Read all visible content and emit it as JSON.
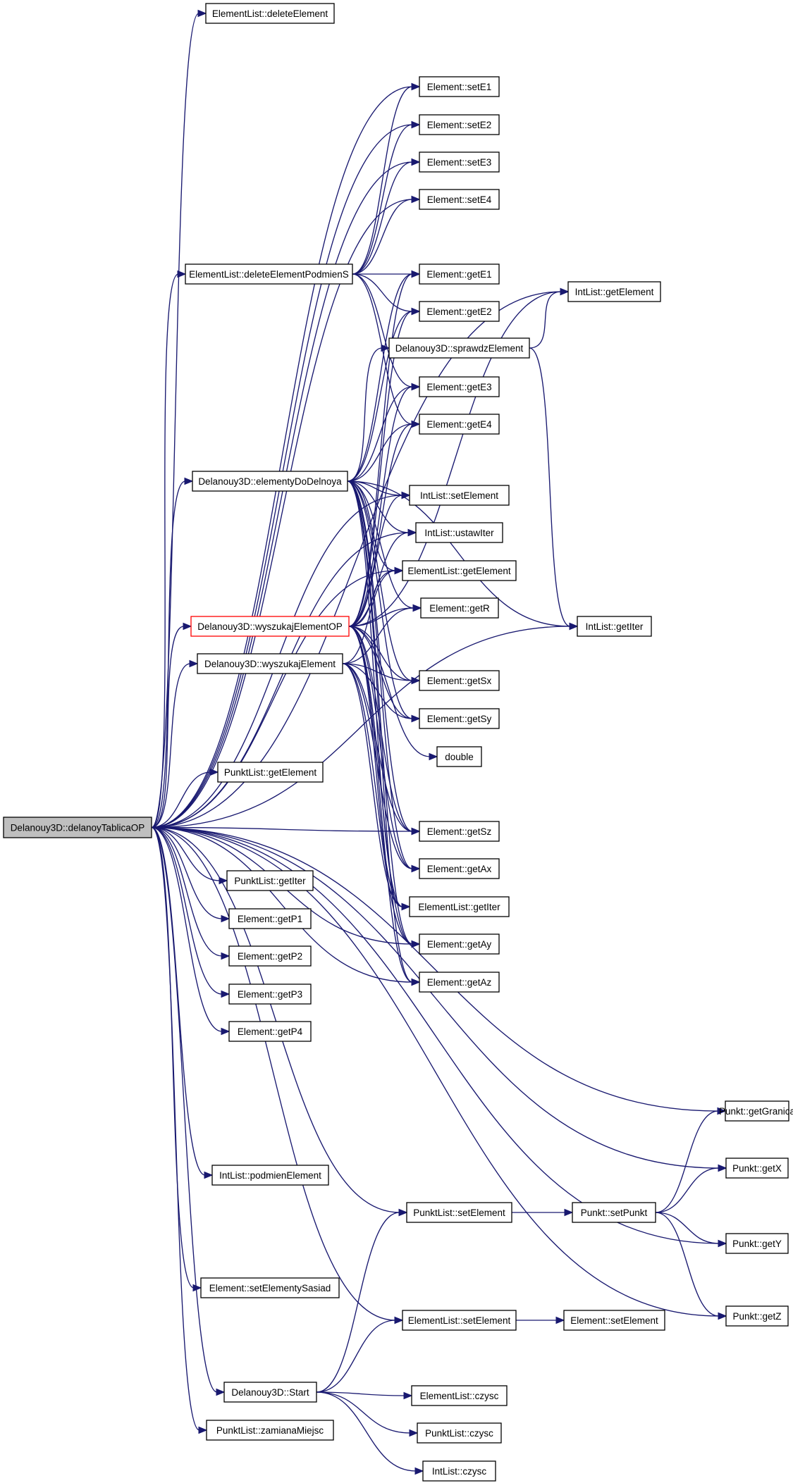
{
  "colors": {
    "edge": "#191970",
    "root_fill": "#bfbfbf",
    "highlight_border": "#ff0000"
  },
  "nodes": [
    {
      "id": "root",
      "label": "Delanouy3D::delanoyTablicaOP"
    },
    {
      "id": "el_delete",
      "label": "ElementList::deleteElement"
    },
    {
      "id": "el_deletePS",
      "label": "ElementList::deleteElementPodmienS"
    },
    {
      "id": "d_elementy",
      "label": "Delanouy3D::elementyDoDelnoya"
    },
    {
      "id": "d_wyszOP",
      "label": "Delanouy3D::wyszukajElementOP"
    },
    {
      "id": "d_wysz",
      "label": "Delanouy3D::wyszukajElement"
    },
    {
      "id": "pl_getElement",
      "label": "PunktList::getElement"
    },
    {
      "id": "pl_getIter",
      "label": "PunktList::getIter"
    },
    {
      "id": "getP1",
      "label": "Element::getP1"
    },
    {
      "id": "getP2",
      "label": "Element::getP2"
    },
    {
      "id": "getP3",
      "label": "Element::getP3"
    },
    {
      "id": "getP4",
      "label": "Element::getP4"
    },
    {
      "id": "il_podmien",
      "label": "IntList::podmienElement"
    },
    {
      "id": "e_setSasiad",
      "label": "Element::setElementySasiad"
    },
    {
      "id": "d_start",
      "label": "Delanouy3D::Start"
    },
    {
      "id": "pl_zamiana",
      "label": "PunktList::zamianaMiejsc"
    },
    {
      "id": "setE1",
      "label": "Element::setE1"
    },
    {
      "id": "setE2",
      "label": "Element::setE2"
    },
    {
      "id": "setE3",
      "label": "Element::setE3"
    },
    {
      "id": "setE4",
      "label": "Element::setE4"
    },
    {
      "id": "getE1",
      "label": "Element::getE1"
    },
    {
      "id": "getE2",
      "label": "Element::getE2"
    },
    {
      "id": "d_sprawdz",
      "label": "Delanouy3D::sprawdzElement"
    },
    {
      "id": "getE3",
      "label": "Element::getE3"
    },
    {
      "id": "getE4",
      "label": "Element::getE4"
    },
    {
      "id": "il_setElement",
      "label": "IntList::setElement"
    },
    {
      "id": "il_ustawIter",
      "label": "IntList::ustawIter"
    },
    {
      "id": "el_getElement",
      "label": "ElementList::getElement"
    },
    {
      "id": "getR",
      "label": "Element::getR"
    },
    {
      "id": "getSx",
      "label": "Element::getSx"
    },
    {
      "id": "getSy",
      "label": "Element::getSy"
    },
    {
      "id": "double",
      "label": "double"
    },
    {
      "id": "getSz",
      "label": "Element::getSz"
    },
    {
      "id": "getAx",
      "label": "Element::getAx"
    },
    {
      "id": "el_getIter",
      "label": "ElementList::getIter"
    },
    {
      "id": "getAy",
      "label": "Element::getAy"
    },
    {
      "id": "getAz",
      "label": "Element::getAz"
    },
    {
      "id": "pl_setElement",
      "label": "PunktList::setElement"
    },
    {
      "id": "el_setElement",
      "label": "ElementList::setElement"
    },
    {
      "id": "el_czysc",
      "label": "ElementList::czysc"
    },
    {
      "id": "pl_czysc",
      "label": "PunktList::czysc"
    },
    {
      "id": "il_czysc",
      "label": "IntList::czysc"
    },
    {
      "id": "il_getElement",
      "label": "IntList::getElement"
    },
    {
      "id": "il_getIter",
      "label": "IntList::getIter"
    },
    {
      "id": "p_setPunkt",
      "label": "Punkt::setPunkt"
    },
    {
      "id": "e_setElement",
      "label": "Element::setElement"
    },
    {
      "id": "p_getGranica",
      "label": "Punkt::getGranica"
    },
    {
      "id": "p_getX",
      "label": "Punkt::getX"
    },
    {
      "id": "p_getY",
      "label": "Punkt::getY"
    },
    {
      "id": "p_getZ",
      "label": "Punkt::getZ"
    }
  ],
  "edges": [
    [
      "root",
      "el_delete"
    ],
    [
      "root",
      "el_deletePS"
    ],
    [
      "root",
      "d_elementy"
    ],
    [
      "root",
      "d_wyszOP"
    ],
    [
      "root",
      "d_wysz"
    ],
    [
      "root",
      "pl_getElement"
    ],
    [
      "root",
      "pl_getIter"
    ],
    [
      "root",
      "getP1"
    ],
    [
      "root",
      "getP2"
    ],
    [
      "root",
      "getP3"
    ],
    [
      "root",
      "getP4"
    ],
    [
      "root",
      "il_podmien"
    ],
    [
      "root",
      "e_setSasiad"
    ],
    [
      "root",
      "d_start"
    ],
    [
      "root",
      "pl_zamiana"
    ],
    [
      "root",
      "setE1"
    ],
    [
      "root",
      "setE2"
    ],
    [
      "root",
      "setE3"
    ],
    [
      "root",
      "setE4"
    ],
    [
      "root",
      "il_getElement"
    ],
    [
      "root",
      "il_setElement"
    ],
    [
      "root",
      "il_ustawIter"
    ],
    [
      "root",
      "el_getElement"
    ],
    [
      "root",
      "getSz"
    ],
    [
      "root",
      "getAy"
    ],
    [
      "root",
      "getAz"
    ],
    [
      "root",
      "il_getIter"
    ],
    [
      "root",
      "p_getGranica"
    ],
    [
      "root",
      "p_getX"
    ],
    [
      "root",
      "pl_setElement"
    ],
    [
      "root",
      "p_getY"
    ],
    [
      "root",
      "el_setElement"
    ],
    [
      "root",
      "p_getZ"
    ],
    [
      "el_deletePS",
      "setE1"
    ],
    [
      "el_deletePS",
      "setE2"
    ],
    [
      "el_deletePS",
      "setE3"
    ],
    [
      "el_deletePS",
      "setE4"
    ],
    [
      "el_deletePS",
      "getE1"
    ],
    [
      "el_deletePS",
      "getE2"
    ],
    [
      "el_deletePS",
      "getE3"
    ],
    [
      "el_deletePS",
      "getE4"
    ],
    [
      "d_elementy",
      "getE1"
    ],
    [
      "d_elementy",
      "getE2"
    ],
    [
      "d_elementy",
      "d_sprawdz"
    ],
    [
      "d_elementy",
      "getE3"
    ],
    [
      "d_elementy",
      "getE4"
    ],
    [
      "d_elementy",
      "il_setElement"
    ],
    [
      "d_elementy",
      "il_ustawIter"
    ],
    [
      "d_elementy",
      "el_getElement"
    ],
    [
      "d_elementy",
      "getR"
    ],
    [
      "d_elementy",
      "getSx"
    ],
    [
      "d_elementy",
      "getSy"
    ],
    [
      "d_elementy",
      "getSz"
    ],
    [
      "d_elementy",
      "getAx"
    ],
    [
      "d_elementy",
      "el_getIter"
    ],
    [
      "d_elementy",
      "getAy"
    ],
    [
      "d_elementy",
      "getAz"
    ],
    [
      "d_elementy",
      "il_getIter"
    ],
    [
      "d_sprawdz",
      "il_getElement"
    ],
    [
      "d_sprawdz",
      "il_getIter"
    ],
    [
      "d_wyszOP",
      "getE1"
    ],
    [
      "d_wyszOP",
      "getE2"
    ],
    [
      "d_wyszOP",
      "getE3"
    ],
    [
      "d_wyszOP",
      "getE4"
    ],
    [
      "d_wyszOP",
      "il_setElement"
    ],
    [
      "d_wyszOP",
      "il_ustawIter"
    ],
    [
      "d_wyszOP",
      "el_getElement"
    ],
    [
      "d_wyszOP",
      "getR"
    ],
    [
      "d_wyszOP",
      "getSx"
    ],
    [
      "d_wyszOP",
      "getSy"
    ],
    [
      "d_wyszOP",
      "double"
    ],
    [
      "d_wyszOP",
      "getSz"
    ],
    [
      "d_wyszOP",
      "getAx"
    ],
    [
      "d_wyszOP",
      "el_getIter"
    ],
    [
      "d_wyszOP",
      "getAy"
    ],
    [
      "d_wyszOP",
      "getAz"
    ],
    [
      "d_wyszOP",
      "il_getElement"
    ],
    [
      "d_wysz",
      "el_getElement"
    ],
    [
      "d_wysz",
      "getR"
    ],
    [
      "d_wysz",
      "getSx"
    ],
    [
      "d_wysz",
      "getSy"
    ],
    [
      "d_wysz",
      "getSz"
    ],
    [
      "d_wysz",
      "getAx"
    ],
    [
      "d_wysz",
      "el_getIter"
    ],
    [
      "d_wysz",
      "getAy"
    ],
    [
      "d_start",
      "pl_setElement"
    ],
    [
      "d_start",
      "el_setElement"
    ],
    [
      "d_start",
      "el_czysc"
    ],
    [
      "d_start",
      "pl_czysc"
    ],
    [
      "d_start",
      "il_czysc"
    ],
    [
      "pl_setElement",
      "p_setPunkt"
    ],
    [
      "el_setElement",
      "e_setElement"
    ],
    [
      "p_setPunkt",
      "p_getX"
    ],
    [
      "p_setPunkt",
      "p_getY"
    ],
    [
      "p_setPunkt",
      "p_getZ"
    ],
    [
      "p_setPunkt",
      "p_getGranica"
    ]
  ]
}
